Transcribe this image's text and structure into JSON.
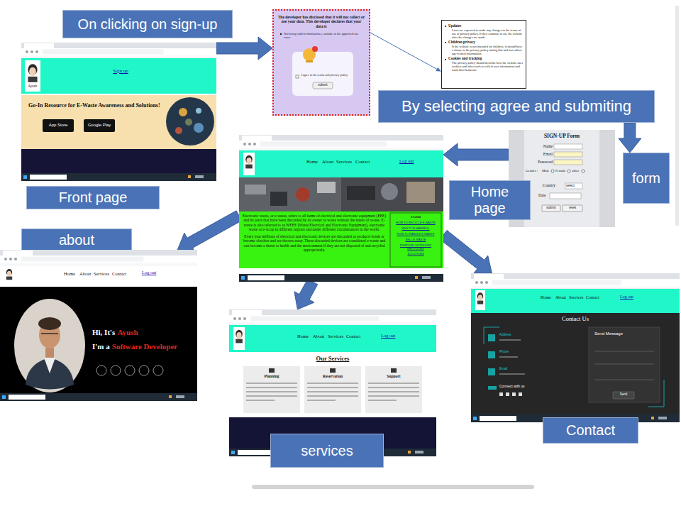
{
  "diagram": {
    "nodes": [
      {
        "text": [
          "On clicking on sign-up"
        ]
      },
      {
        "text": [
          "Sign up",
          "Ayush",
          "Go-In Resource for E-Waste Awareness and Solutions!",
          "App Store",
          "Google Play"
        ]
      },
      {
        "text": [
          "Front page"
        ]
      },
      {
        "text": [
          "The developer has disclosed that it will not collect or use your data. This developer declares that your data is",
          "Not being sold to third parties, outside of the approved use cases",
          "I agree to the terms and privacy policy",
          "submit"
        ]
      },
      {
        "text": [
          "Updates",
          "Laws are expected to make any changes to the terms of use or privacy policy. If they continue to use the website after the changes are made.",
          "Children privacy",
          "If the website is not intended for children, it should have a clause in the privacy policy stating this and not collect age-related information.",
          "Cookies and tracking",
          "The privacy policy should describe how the website uses cookies and other tools to collect user information and track their behavior."
        ]
      },
      {
        "text": [
          "By selecting agree and submiting"
        ]
      },
      {
        "text": [
          "form"
        ]
      },
      {
        "text": [
          "SIGN-UP Form",
          "Name",
          "Email",
          "Password",
          "Gender :",
          "Male",
          "Female",
          "other",
          "Country",
          "select",
          "Date",
          "submit",
          "reset"
        ]
      },
      {
        "text": [
          "Home page"
        ]
      },
      {
        "text": [
          "Home",
          "About",
          "Services",
          "Contact",
          "Log out",
          "Electronic waste, or e-waste, refers to all items of electrical and electronic equipment (EEE) and its parts that have been discarded by its owner as waste without the intent of re-use. E-waste is also referred to as WEEE (Waste Electrical and Electronic Equipment), electronic waste or e-scrap in different regions and under different circumstances in the world.",
          "Every year millions of electrical and electronic devices are discarded as products break or become obsolete and are thrown away. These discarded devices are considered e-waste and can become a threat to health and the environment if they are not disposed of and recycled appropriately.",
          "Useful",
          "HOW TO RECYCLE E-WASTE",
          "WHY IT IS HARMFUL",
          "HOW TO HANDLE E-WASTE",
          "SELL E-WASTE",
          "PURPOSE OF PROPER RECYCLING",
          "SOLUTIONS"
        ]
      },
      {
        "text": [
          "about"
        ]
      },
      {
        "text": [
          "Home",
          "About",
          "Services",
          "Contact",
          "Log out",
          "Hi, It's",
          "Ayush",
          "I'm a",
          "Software Developer"
        ]
      },
      {
        "text": [
          "Home",
          "About",
          "Services",
          "Contact",
          "Log out",
          "Our Services",
          "Planning",
          "Reservation",
          "Support"
        ]
      },
      {
        "text": [
          "services"
        ]
      },
      {
        "text": [
          "Home",
          "About",
          "Services",
          "Contact",
          "Log out",
          "Contact Us",
          "Address",
          "Phone",
          "Email",
          "Connect with us",
          "Send Message",
          "Send"
        ]
      },
      {
        "text": [
          "Contact"
        ]
      }
    ],
    "edges": [
      {
        "from": 1,
        "to": 3,
        "arrow": "to"
      },
      {
        "from": 3,
        "to": 4,
        "arrow": "to"
      },
      {
        "from": 5,
        "to": 6,
        "arrow": "to"
      },
      {
        "from": 7,
        "to": 9,
        "arrow": "to"
      },
      {
        "from": 9,
        "to": 11,
        "arrow": "to"
      },
      {
        "from": 9,
        "to": 12,
        "arrow": "to"
      },
      {
        "from": 9,
        "to": 14,
        "arrow": "to"
      }
    ]
  }
}
